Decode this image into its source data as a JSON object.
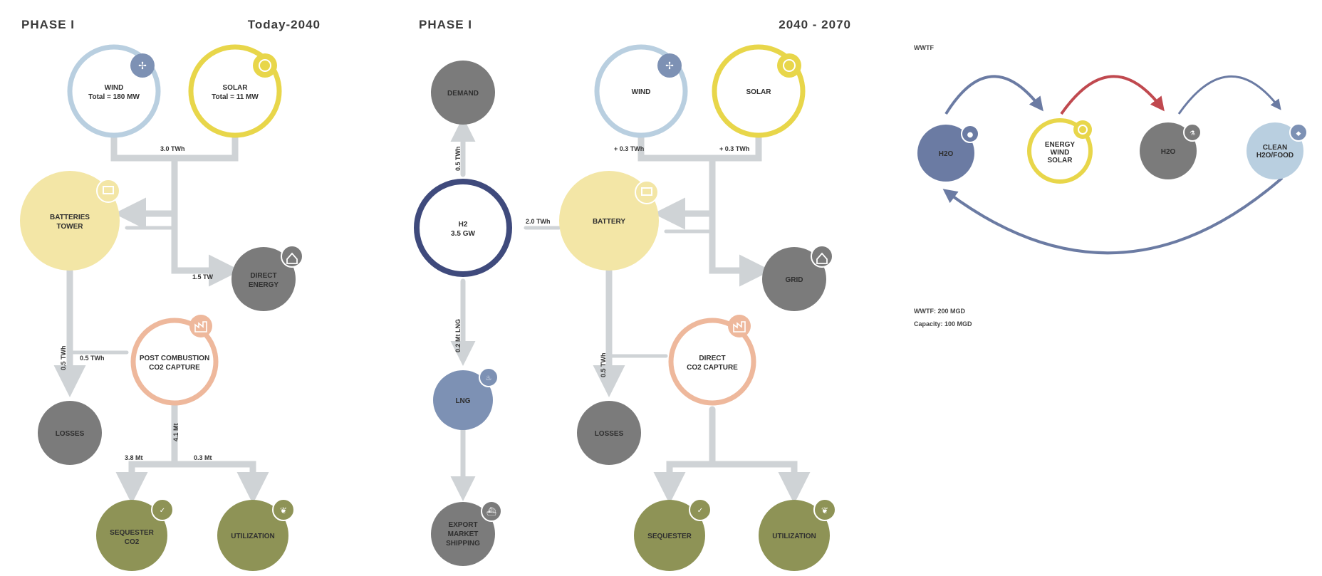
{
  "panels": {
    "phase1": {
      "title": "PHASE I",
      "period": "Today-2040"
    },
    "phase2": {
      "title": "PHASE I",
      "period": "2040 - 2070"
    },
    "cycle": {
      "title": "WWTF"
    }
  },
  "colors": {
    "blue_light": "#b9cfe0",
    "yellow": "#e8d64a",
    "yellow_fill": "#f3e6a6",
    "gray": "#7b7b7b",
    "salmon": "#eeb89c",
    "olive": "#8e9356",
    "navy": "#3f4a7c",
    "slate": "#7d91b4",
    "flow_gray": "#cfd3d6",
    "arrow_red": "#c0494f",
    "arrow_blue": "#6b7ba3"
  },
  "nodes_p1": {
    "wind": {
      "label1": "WIND",
      "label2": "Total = 180 MW",
      "icon": "wind-turbine-icon"
    },
    "solar": {
      "label1": "SOLAR",
      "label2": "Total = 11 MW",
      "icon": "sun-icon"
    },
    "battery": {
      "label1": "BATTERIES",
      "label2": "TOWER",
      "icon": "battery-icon"
    },
    "grid": {
      "label1": "DIRECT",
      "label2": "ENERGY",
      "icon": "house-icon"
    },
    "losses": {
      "label1": "LOSSES",
      "icon": ""
    },
    "capture": {
      "label1": "POST COMBUSTION",
      "label2": "CO2 CAPTURE",
      "icon": "factory-icon"
    },
    "storage": {
      "label1": "SEQUESTER",
      "label2": "CO2",
      "icon": "co2-icon"
    },
    "utilization": {
      "label1": "UTILIZATION",
      "icon": "leaf-icon"
    }
  },
  "flows_p1": {
    "renew_total": "3.0 TWh",
    "to_grid": "1.5 TW",
    "to_losses": "0.5 TWh",
    "storage_split": "3.8 Mt",
    "utilization_split": "0.3 Mt",
    "losses_vertical": "0.5 TWh",
    "capture_vertical": "4.1 Mt"
  },
  "nodes_p2": {
    "demand": {
      "label1": "DEMAND"
    },
    "h2": {
      "label1": "H2",
      "label2": "3.5 GW"
    },
    "lng": {
      "label1": "LNG",
      "icon": "flame-icon"
    },
    "export": {
      "label1": "EXPORT",
      "label2": "MARKET",
      "label3": "SHIPPING",
      "icon": "ship-icon"
    },
    "wind": {
      "label1": "WIND",
      "icon": "wind-turbine-icon"
    },
    "solar": {
      "label1": "SOLAR",
      "icon": "sun-icon"
    },
    "battery": {
      "label1": "BATTERY",
      "icon": "battery-icon"
    },
    "grid": {
      "label1": "GRID",
      "icon": "house-icon"
    },
    "losses": {
      "label1": "LOSSES"
    },
    "capture": {
      "label1": "DIRECT",
      "label2": "CO2 CAPTURE",
      "icon": "factory-icon"
    },
    "storage": {
      "label1": "SEQUESTER",
      "icon": "co2-icon"
    },
    "utilization": {
      "label1": "UTILIZATION",
      "icon": "leaf-icon"
    }
  },
  "flows_p2": {
    "demand_h2": "0.5 TWh",
    "h2_lng": "0.2 Mt LNG",
    "h2_battery": "2.0 TWh",
    "wind_out": "+ 0.3 TWh",
    "solar_out": "+ 0.3 TWh",
    "losses_vertical": "0.5 TWh"
  },
  "cycle_nodes": {
    "n1": {
      "label1": "H2O",
      "icon": "water-drop-icon"
    },
    "n2": {
      "label1": "ENERGY",
      "label2": "WIND",
      "label3": "SOLAR",
      "icon": "sun-icon"
    },
    "n3": {
      "label1": "H2O",
      "icon": "flask-icon"
    },
    "n4": {
      "label1": "CLEAN",
      "label2": "H2O/FOOD",
      "icon": "drop-icon"
    }
  },
  "legend": {
    "line1": "WWTF: 200 MGD",
    "line2": "Capacity: 100 MGD"
  }
}
